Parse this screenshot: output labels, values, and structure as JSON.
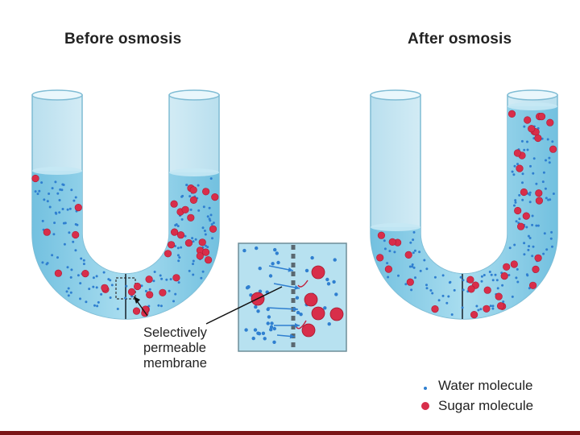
{
  "titles": {
    "before": "Before osmosis",
    "after": "After osmosis"
  },
  "membrane_label": {
    "line1": "Selectively",
    "line2": "permeable",
    "line3": "membrane"
  },
  "legend": {
    "water": "Water molecule",
    "sugar": "Sugar molecule"
  },
  "colors": {
    "tube_glass": "#d6eef6",
    "solution": "#8fd0e8",
    "water_molecule": "#2f7fd0",
    "sugar_molecule": "#d82e4a",
    "membrane": "#3a4f5a",
    "accent_bar": "#7b1517"
  },
  "icons": {
    "water": "small-blue-dot",
    "sugar": "red-circle"
  }
}
